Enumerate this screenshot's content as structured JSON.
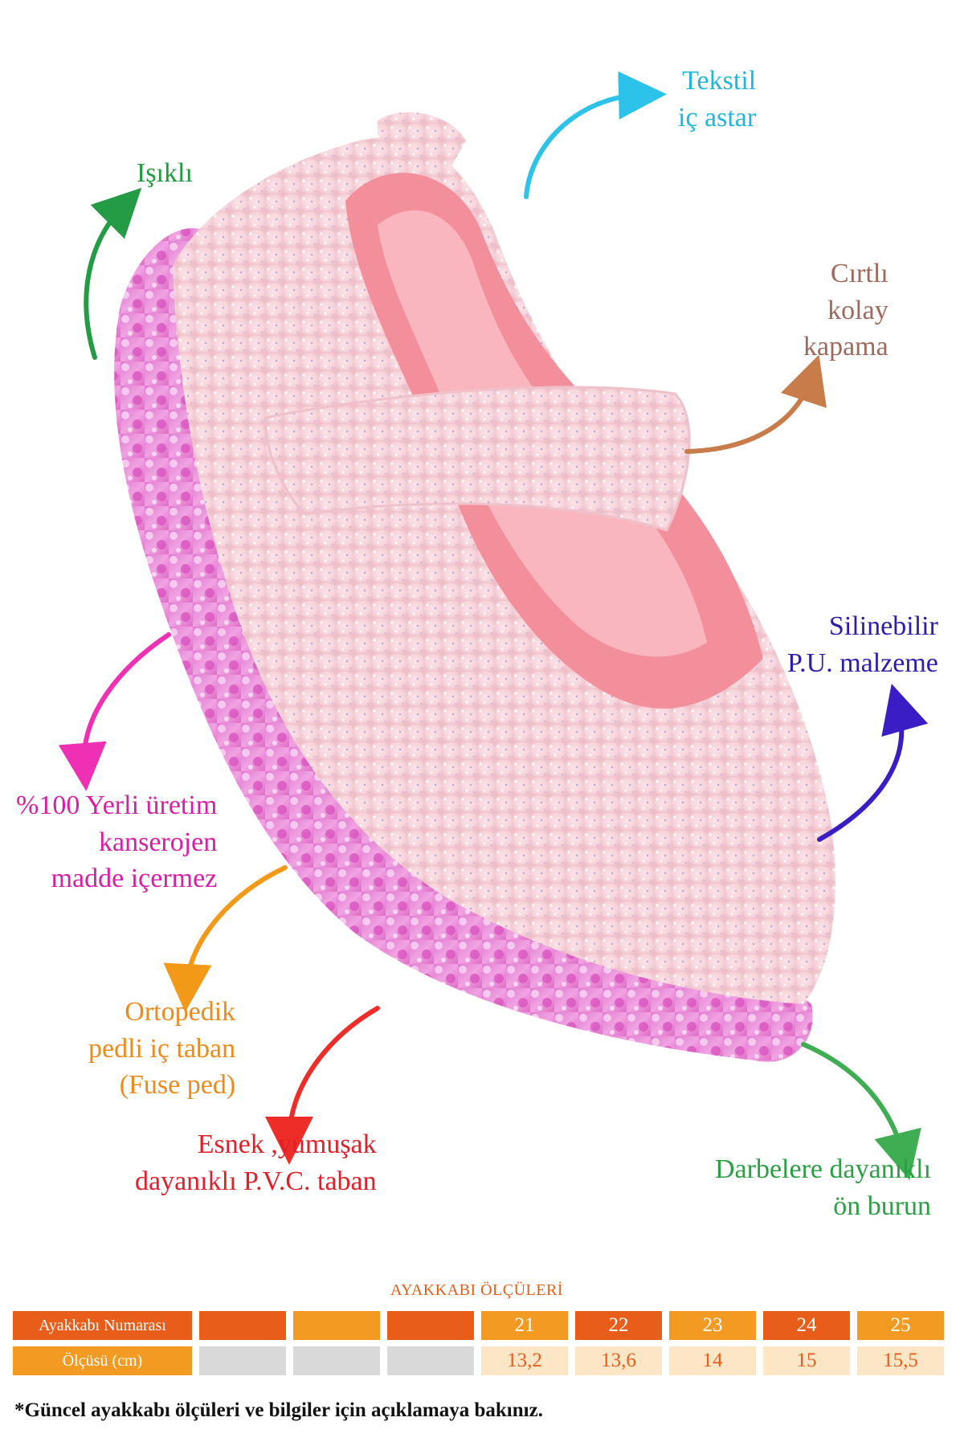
{
  "features": {
    "isikli": [
      "Işıklı"
    ],
    "tekstil": [
      "Tekstil",
      "iç astar"
    ],
    "cirtli": [
      "Cırtlı",
      "kolay",
      "kapama"
    ],
    "silinebilir": [
      "Silinebilir",
      "P.U. malzeme"
    ],
    "yerli": [
      "%100 Yerli üretim",
      "kanserojen",
      "madde içermez"
    ],
    "ortopedik": [
      "Ortopedik",
      "pedli iç taban",
      "(Fuse ped)"
    ],
    "esnek": [
      "Esnek ,yumuşak",
      "dayanıklı P.V.C. taban"
    ],
    "darbe": [
      "Darbelere dayanıklı",
      "ön burun"
    ]
  },
  "colors": {
    "isikli": "#1f9a3c",
    "tekstil": "#22b5dd",
    "cirtli": "#a0685a",
    "silinebilir": "#2a1db0",
    "yerli": "#d81ea6",
    "ortopedik": "#ee8a1c",
    "esnek": "#e02028",
    "darbe": "#2a9f44",
    "cirtli_arrow": "#c77c4a",
    "silinebilir_arrow": "#3a1dc4",
    "yerli_arrow": "#ef2fb4",
    "ortopedik_arrow": "#f29a18",
    "esnek_arrow": "#ee2d28",
    "darbe_arrow": "#3fae52",
    "tekstil_arrow": "#2cc2ea",
    "isikli_arrow": "#249c45",
    "table_orange": "#f39a22",
    "table_red_orange": "#e85d1a",
    "table_gray": "#d9d9d9",
    "table_peach": "#fde6c6"
  },
  "size_table": {
    "title": "AYAKKABI ÖLÇÜLERİ",
    "row1_label": "Ayakkabı Numarası",
    "row2_label": "Ölçüsü (cm)",
    "sizes": [
      "",
      "",
      "",
      "21",
      "22",
      "23",
      "24",
      "25"
    ],
    "lengths": [
      "",
      "",
      "",
      "13,2",
      "13,6",
      "14",
      "15",
      "15,5"
    ]
  },
  "footnote": "*Güncel ayakkabı ölçüleri ve bilgiler için açıklamaya bakınız."
}
